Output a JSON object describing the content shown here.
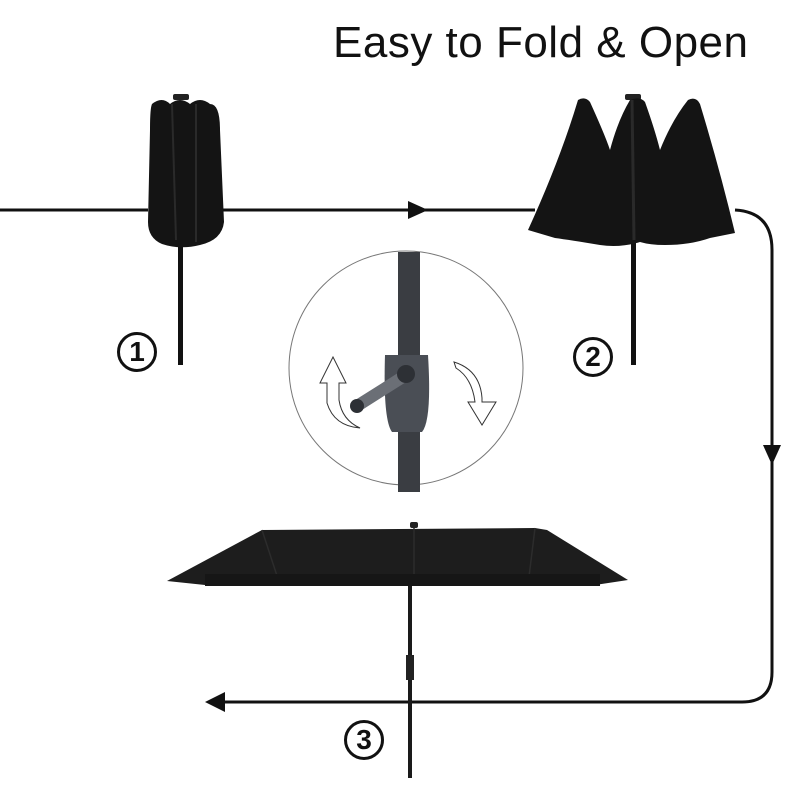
{
  "title": "Easy to Fold & Open",
  "steps": [
    {
      "number": "1",
      "state": "folded umbrella"
    },
    {
      "number": "2",
      "state": "half-open umbrella"
    },
    {
      "number": "3",
      "state": "fully open umbrella"
    }
  ],
  "detail": {
    "name": "crank handle close-up",
    "arrows": [
      "rotate-up-left",
      "rotate-down-right"
    ]
  },
  "colors": {
    "line": "#111111",
    "canopy": "#1a1a1a",
    "pole": "#2b2b2b",
    "crank": "#4a4e55",
    "background": "#ffffff"
  }
}
